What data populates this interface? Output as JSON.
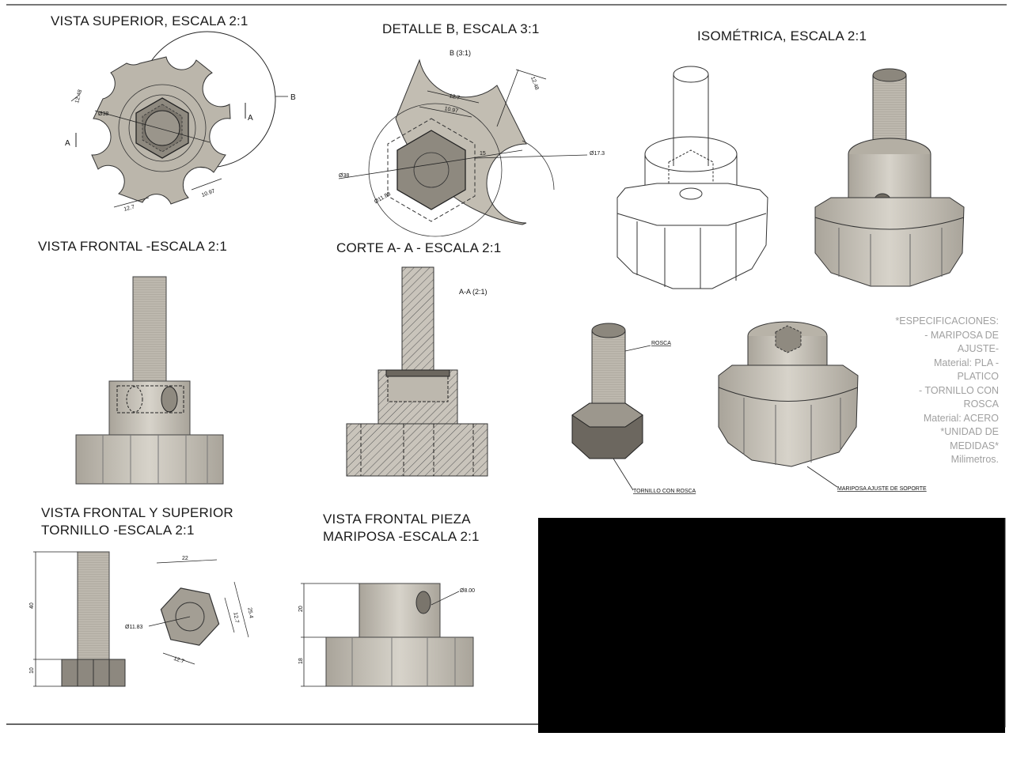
{
  "titles": {
    "top_view": "VISTA SUPERIOR, ESCALA 2:1",
    "detail_b": "DETALLE B, ESCALA 3:1",
    "isometric": "ISOMÉTRICA, ESCALA 2:1",
    "front_view": "VISTA FRONTAL -ESCALA 2:1",
    "section_aa": "CORTE A- A - ESCALA 2:1",
    "screw_line1": "VISTA FRONTAL Y SUPERIOR",
    "screw_line2": "TORNILLO -ESCALA 2:1",
    "wing_line1": "VISTA FRONTAL PIEZA",
    "wing_line2": "MARIPOSA -ESCALA 2:1"
  },
  "labels": {
    "detail_ref": "B (3:1)",
    "section_ref": "A-A (2:1)",
    "section_mark": "A",
    "detail_mark": "B",
    "rosca": "ROSCA",
    "tornillo": "TORNILLO CON ROSCA",
    "mariposa": "MARIPOSA AJUSTE DE SOPORTE"
  },
  "dims": {
    "top_12_48": "12.48",
    "top_d38": "Ø38",
    "top_12_7": "12.7",
    "top_10_97": "10.97",
    "det_12_7": "12.7",
    "det_10_97": "10.97",
    "det_12_48": "12.48",
    "det_d17_3": "Ø17.3",
    "det_d38": "Ø38",
    "det_d11_83": "Ø11.83",
    "det_15": "15",
    "scr_40": "40",
    "scr_10": "10",
    "scr_22": "22",
    "scr_d11_83": "Ø11.83",
    "scr_12_7a": "12.7",
    "scr_12_7b": "12.7",
    "scr_25_4": "25.4",
    "wing_d8": "Ø8.00",
    "wing_20": "20",
    "wing_18": "18"
  },
  "specifications": [
    "*ESPECIFICACIONES:",
    "- MARIPOSA DE",
    "AJUSTE-",
    "Material: PLA -",
    "PLATICO",
    "- TORNILLO CON",
    "ROSCA",
    "Material: ACERO",
    "*UNIDAD DE",
    "MEDIDAS*",
    "Milimetros."
  ]
}
